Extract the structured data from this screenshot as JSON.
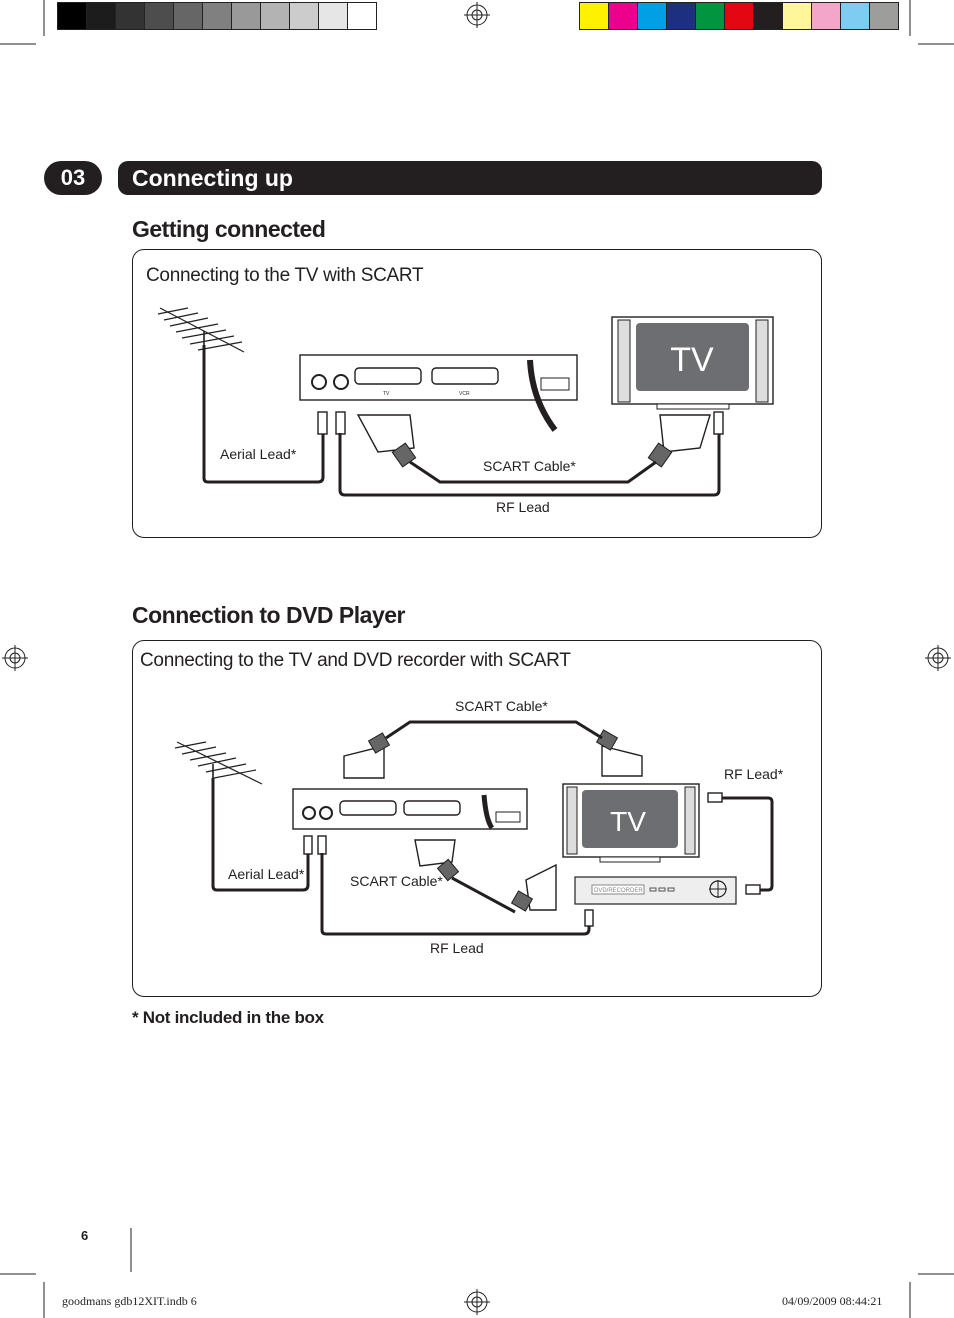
{
  "color_bar": {
    "greys": [
      "#000000",
      "#1c1c1c",
      "#333333",
      "#4d4d4d",
      "#666666",
      "#808080",
      "#999999",
      "#b3b3b3",
      "#cccccc",
      "#e6e6e6",
      "#ffffff"
    ],
    "process": [
      "#fff200",
      "#ec008c",
      "#00a0e4",
      "#1d2f7f",
      "#009640",
      "#e30613",
      "#231f20",
      "#fff59a",
      "#f4a6c8",
      "#7ecdf0",
      "#9d9d9c"
    ]
  },
  "chapter": {
    "number": "03",
    "title": "Connecting up"
  },
  "section1": {
    "title": "Getting connected",
    "panel_title": "Connecting to the TV with SCART",
    "tv_label": "TV",
    "aerial_lead": "Aerial Lead*",
    "scart_cable": "SCART Cable*",
    "rf_lead": "RF Lead"
  },
  "section2": {
    "title": "Connection to DVD Player",
    "panel_title": "Connecting to the TV and DVD recorder with SCART",
    "tv_label": "TV",
    "scart_cable_top": "SCART Cable*",
    "rf_lead_right": "RF Lead*",
    "aerial_lead": "Aerial Lead*",
    "scart_cable": "SCART Cable*",
    "rf_lead": "RF Lead",
    "dvd_label": "DVD/RECORDER"
  },
  "footnote": "* Not included in the box",
  "page_number": "6",
  "slug": {
    "file": "goodmans gdb12XIT.indb   6",
    "timestamp": "04/09/2009   08:44:21"
  },
  "box_labels": {
    "tv": "TV",
    "vcr": "VCR"
  }
}
